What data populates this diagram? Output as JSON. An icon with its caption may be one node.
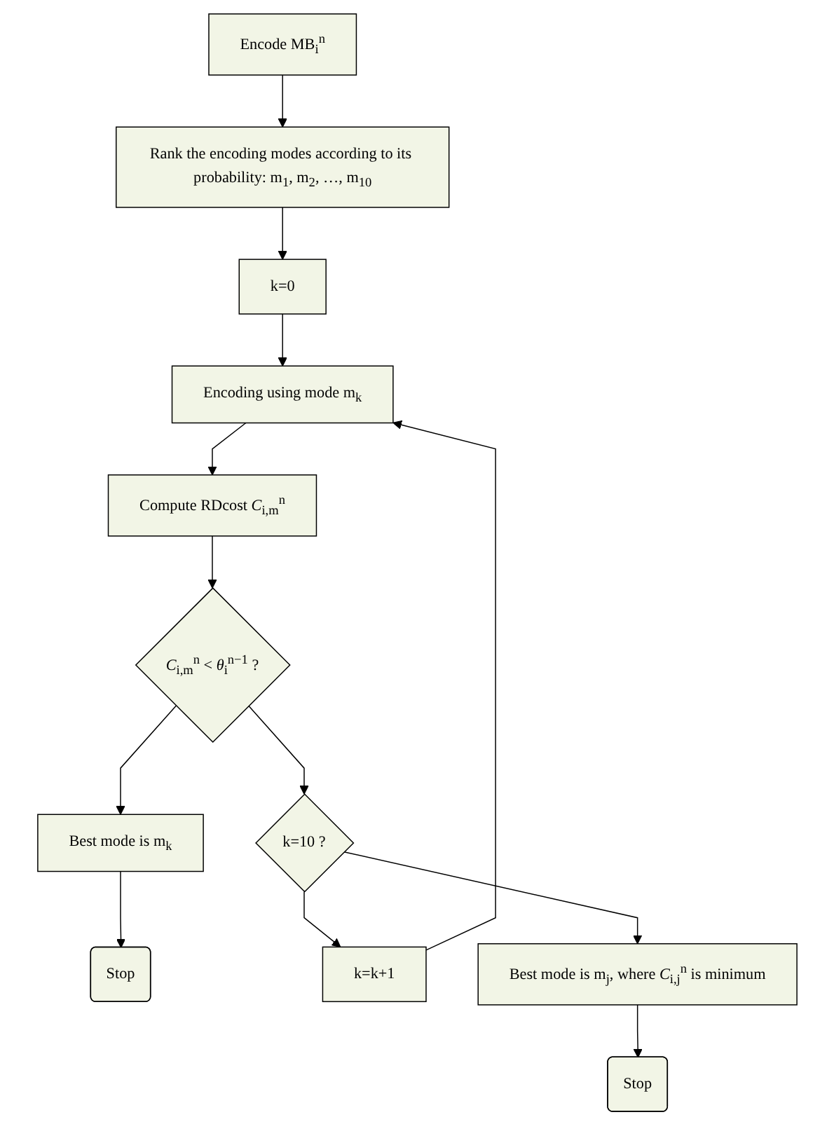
{
  "diagram": {
    "nodes": [
      {
        "text": [
          "Encode MB$_{i}$$^{n}$"
        ]
      },
      {
        "text": [
          "Rank the encoding modes according to its probability: m$_{1}$, m$_{2}$, …, m$_{10}$"
        ]
      },
      {
        "text": [
          "k=0"
        ]
      },
      {
        "text": [
          "Encoding using mode m$_{k}$"
        ]
      },
      {
        "text": [
          "Compute RDcost *C*$_{i,m}$$^{n}$"
        ]
      },
      {
        "text": [
          "*C*$_{i,m}$$^{n}$ < *θ*$_{i}$$^{n−1}$ ?"
        ]
      },
      {
        "text": [
          "Best mode is m$_{k}$"
        ]
      },
      {
        "text": [
          "Stop"
        ]
      },
      {
        "text": [
          "k=10 ?"
        ]
      },
      {
        "text": [
          "k=k+1"
        ]
      },
      {
        "text": [
          "Best mode is m$_{j}$, where *C*$_{i,j}$$^{n}$ is minimum"
        ]
      },
      {
        "text": [
          "Stop"
        ]
      }
    ],
    "edges": [
      {
        "from": 0,
        "to": 1,
        "arrow": "to"
      },
      {
        "from": 1,
        "to": 2,
        "arrow": "to"
      },
      {
        "from": 2,
        "to": 3,
        "arrow": "to"
      },
      {
        "from": 3,
        "to": 4,
        "arrow": "to"
      },
      {
        "from": 4,
        "to": 5,
        "arrow": "to"
      },
      {
        "from": 5,
        "to": 6,
        "arrow": "to"
      },
      {
        "from": 6,
        "to": 7,
        "arrow": "to"
      },
      {
        "from": 5,
        "to": 8,
        "arrow": "to"
      },
      {
        "from": 8,
        "to": 9,
        "arrow": "to"
      },
      {
        "from": 9,
        "to": 3,
        "arrow": "to"
      },
      {
        "from": 8,
        "to": 10,
        "arrow": "to"
      },
      {
        "from": 10,
        "to": 11,
        "arrow": "to"
      }
    ]
  }
}
